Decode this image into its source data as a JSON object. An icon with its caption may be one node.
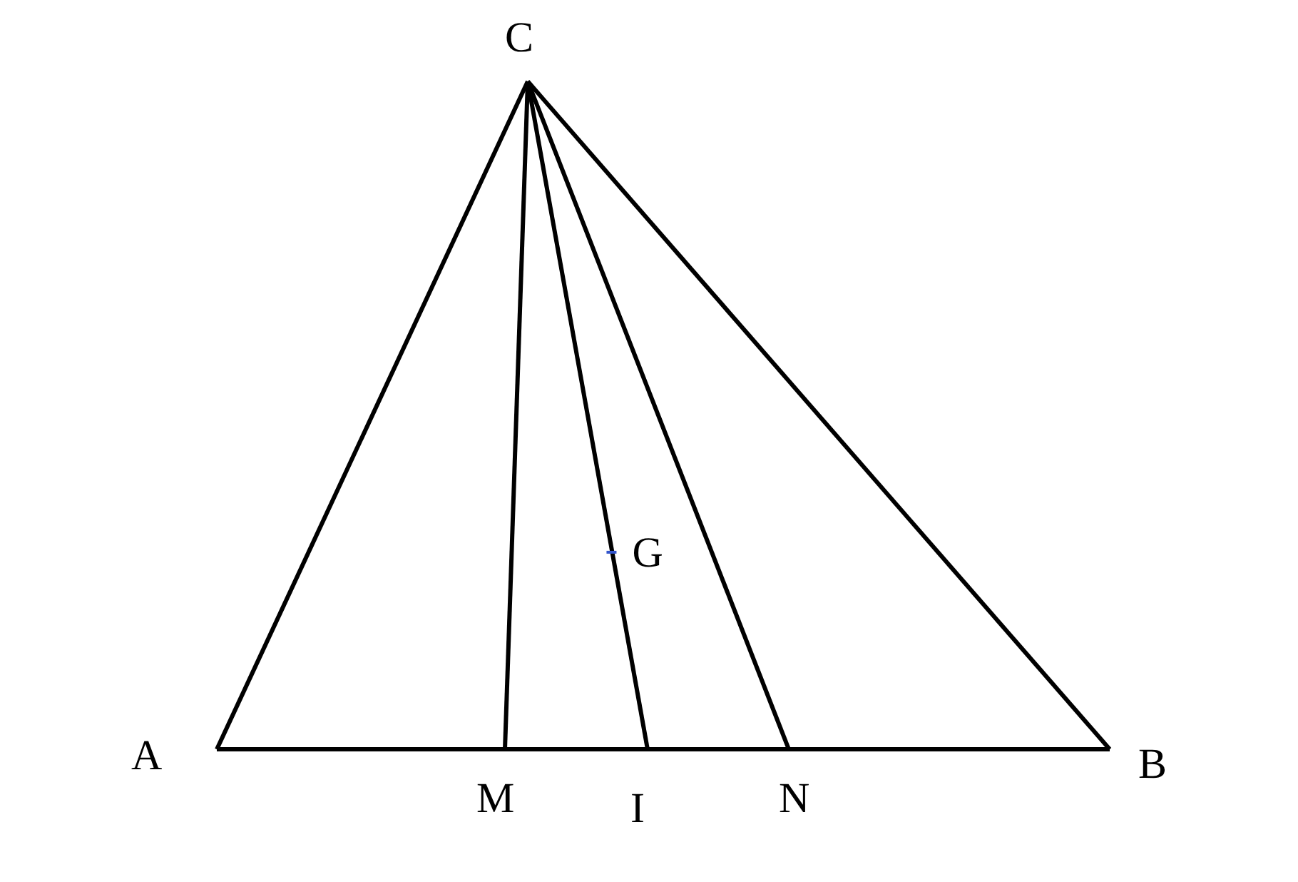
{
  "diagram": {
    "nodes": [
      {
        "text": [
          "C"
        ]
      },
      {
        "text": [
          "A"
        ]
      },
      {
        "text": [
          "M"
        ]
      },
      {
        "text": [
          "I"
        ]
      },
      {
        "text": [
          "N"
        ]
      },
      {
        "text": [
          "B"
        ]
      }
    ],
    "edges": [
      {
        "from": 0,
        "to": 1,
        "arrow": "none"
      },
      {
        "from": 0,
        "to": 2,
        "arrow": "none"
      },
      {
        "from": 0,
        "to": 3,
        "arrow": "none"
      },
      {
        "from": 0,
        "to": 4,
        "arrow": "none"
      },
      {
        "from": 0,
        "to": 5,
        "arrow": "none"
      },
      {
        "from": 1,
        "to": 2,
        "arrow": "none"
      },
      {
        "from": 2,
        "to": 3,
        "arrow": "none"
      },
      {
        "from": 3,
        "to": 4,
        "arrow": "none"
      },
      {
        "from": 4,
        "to": 5,
        "arrow": "none"
      }
    ],
    "labels": [
      "G"
    ]
  }
}
